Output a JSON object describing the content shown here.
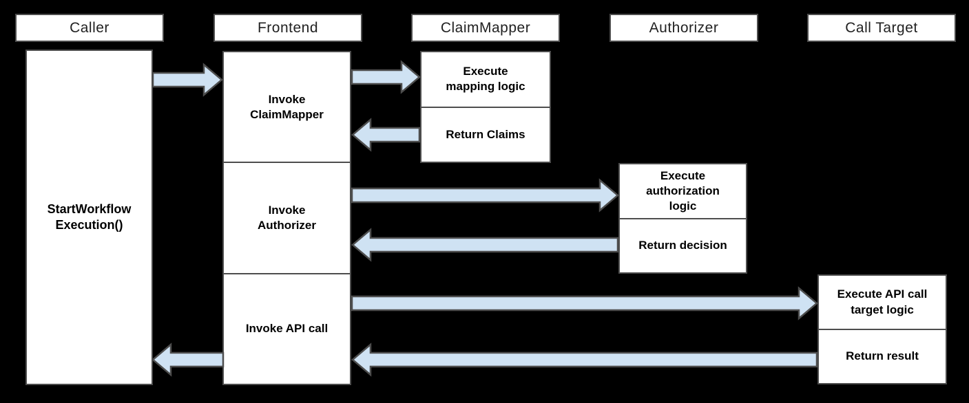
{
  "colors": {
    "background": "#000000",
    "box_fill": "#ffffff",
    "box_border": "#4d4d4d",
    "arrow_fill": "#cfe2f3",
    "arrow_border": "#4d4d4d",
    "header_text": "#212121",
    "label_text": "#000000"
  },
  "lifelines": [
    {
      "id": "caller",
      "label": "Caller"
    },
    {
      "id": "frontend",
      "label": "Frontend"
    },
    {
      "id": "claimmapper",
      "label": "ClaimMapper"
    },
    {
      "id": "authorizer",
      "label": "Authorizer"
    },
    {
      "id": "calltarget",
      "label": "Call Target"
    }
  ],
  "activations": {
    "caller": {
      "label": "StartWorkflow\nExecution()"
    },
    "frontend": {
      "steps": [
        "Invoke\nClaimMapper",
        "Invoke\nAuthorizer",
        "Invoke API call"
      ]
    },
    "claimmapper": {
      "steps": [
        "Execute\nmapping logic",
        "Return Claims"
      ]
    },
    "authorizer": {
      "steps": [
        "Execute\nauthorization\nlogic",
        "Return decision"
      ]
    },
    "calltarget": {
      "steps": [
        "Execute API call\ntarget logic",
        "Return result"
      ]
    }
  },
  "arrows": [
    {
      "name": "arrow-caller-to-frontend",
      "from": "Caller",
      "to": "Frontend"
    },
    {
      "name": "arrow-frontend-to-claimmapper",
      "from": "Frontend",
      "to": "ClaimMapper"
    },
    {
      "name": "arrow-claimmapper-to-frontend",
      "from": "ClaimMapper",
      "to": "Frontend"
    },
    {
      "name": "arrow-frontend-to-authorizer",
      "from": "Frontend",
      "to": "Authorizer"
    },
    {
      "name": "arrow-authorizer-to-frontend",
      "from": "Authorizer",
      "to": "Frontend"
    },
    {
      "name": "arrow-frontend-to-calltarget",
      "from": "Frontend",
      "to": "Call Target"
    },
    {
      "name": "arrow-calltarget-to-frontend",
      "from": "Call Target",
      "to": "Frontend"
    },
    {
      "name": "arrow-frontend-to-caller",
      "from": "Frontend",
      "to": "Caller"
    }
  ]
}
